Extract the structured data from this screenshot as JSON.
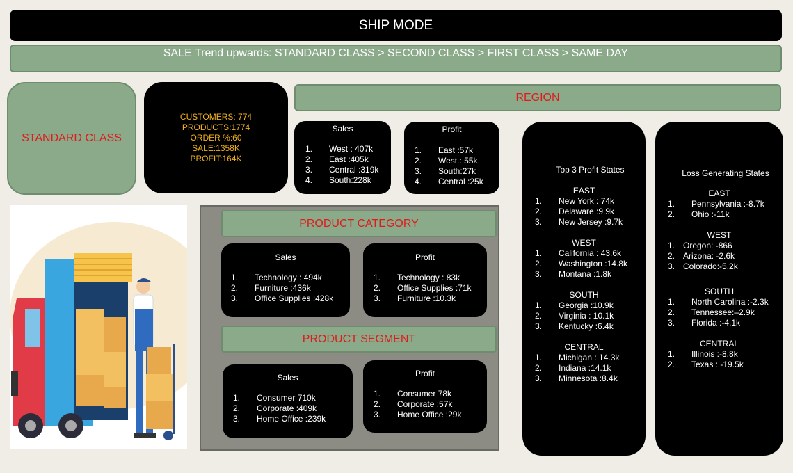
{
  "header": {
    "title": "SHIP MODE",
    "trend": "SALE Trend upwards:  STANDARD CLASS >  SECOND CLASS > FIRST CLASS > SAME DAY"
  },
  "ship_class": {
    "name": "STANDARD CLASS",
    "stats": [
      "CUSTOMERS: 774",
      "PRODUCTS:1774",
      "ORDER %:60",
      "SALE:1358K",
      "PROFIT:164K"
    ]
  },
  "region": {
    "title": "REGION",
    "sales": {
      "title": "Sales",
      "items": [
        {
          "num": "1.",
          "text": "West : 407k"
        },
        {
          "num": "2.",
          "text": "East :405k"
        },
        {
          "num": "3.",
          "text": "Central :319k"
        },
        {
          "num": "4.",
          "text": "South:228k"
        }
      ]
    },
    "profit": {
      "title": "Profit",
      "items": [
        {
          "num": "1.",
          "text": "East :57k"
        },
        {
          "num": "2.",
          "text": "West : 55k"
        },
        {
          "num": "3.",
          "text": "South:27k"
        },
        {
          "num": "4.",
          "text": "Central :25k"
        }
      ]
    }
  },
  "category": {
    "title": "PRODUCT CATEGORY",
    "sales": {
      "title": "Sales",
      "items": [
        {
          "num": "1.",
          "text": "Technology : 494k"
        },
        {
          "num": "2.",
          "text": "Furniture :436k"
        },
        {
          "num": "3.",
          "text": "Office Supplies :428k"
        }
      ]
    },
    "profit": {
      "title": "Profit",
      "items": [
        {
          "num": "1.",
          "text": "Technology : 83k"
        },
        {
          "num": "2.",
          "text": "Office Supplies :71k"
        },
        {
          "num": "3.",
          "text": "Furniture :10.3k"
        }
      ]
    }
  },
  "segment": {
    "title": "PRODUCT SEGMENT",
    "sales": {
      "title": "Sales",
      "items": [
        {
          "num": "1.",
          "text": "Consumer 710k"
        },
        {
          "num": "2.",
          "text": "Corporate :409k"
        },
        {
          "num": "3.",
          "text": "Home Office :239k"
        }
      ]
    },
    "profit": {
      "title": "Profit",
      "items": [
        {
          "num": "1.",
          "text": "Consumer 78k"
        },
        {
          "num": "2.",
          "text": "Corporate :57k"
        },
        {
          "num": "3.",
          "text": "Home Office :29k"
        }
      ]
    }
  },
  "top_profit": {
    "title": "Top 3 Profit States",
    "groups": [
      {
        "name": "EAST",
        "items": [
          {
            "num": "1.",
            "text": "New York : 74k"
          },
          {
            "num": "2.",
            "text": "Delaware :9.9k"
          },
          {
            "num": "3.",
            "text": "New Jersey :9.7k"
          }
        ]
      },
      {
        "name": "WEST",
        "items": [
          {
            "num": "1.",
            "text": "California : 43.6k"
          },
          {
            "num": "2.",
            "text": "Washington :14.8k"
          },
          {
            "num": "3.",
            "text": "Montana :1.8k"
          }
        ]
      },
      {
        "name": "SOUTH",
        "items": [
          {
            "num": "1.",
            "text": "Georgia :10.9k"
          },
          {
            "num": "2.",
            "text": "Virginia : 10.1k"
          },
          {
            "num": "3.",
            "text": "Kentucky :6.4k"
          }
        ]
      },
      {
        "name": "CENTRAL",
        "items": [
          {
            "num": "1.",
            "text": "Michigan : 14.3k"
          },
          {
            "num": "2.",
            "text": "Indiana :14.1k"
          },
          {
            "num": "3.",
            "text": "Minnesota :8.4k"
          }
        ]
      }
    ]
  },
  "loss_states": {
    "title": "Loss Generating States",
    "groups": [
      {
        "name": "EAST",
        "items": [
          {
            "num": "1.",
            "text": "Pennsylvania :-8.7k"
          },
          {
            "num": "2.",
            "text": "Ohio :-11k"
          }
        ]
      },
      {
        "name": "WEST",
        "items": [
          {
            "num": "1.",
            "text": "Oregon: -866"
          },
          {
            "num": "2.",
            "text": "Arizona: -2.6k"
          },
          {
            "num": "3.",
            "text": "Colorado:-5.2k"
          }
        ]
      },
      {
        "name": "SOUTH",
        "items": [
          {
            "num": "1.",
            "text": "North Carolina :-2.3k"
          },
          {
            "num": "2.",
            "text": "Tennessee:–2.9k"
          },
          {
            "num": "3.",
            "text": "Florida :-4.1k"
          }
        ]
      },
      {
        "name": "CENTRAL",
        "items": [
          {
            "num": "1.",
            "text": "Illinois :-8.8k"
          },
          {
            "num": "2.",
            "text": "Texas : -19.5k"
          }
        ]
      }
    ]
  },
  "illustration": {
    "icon": "delivery-truck-icon"
  }
}
